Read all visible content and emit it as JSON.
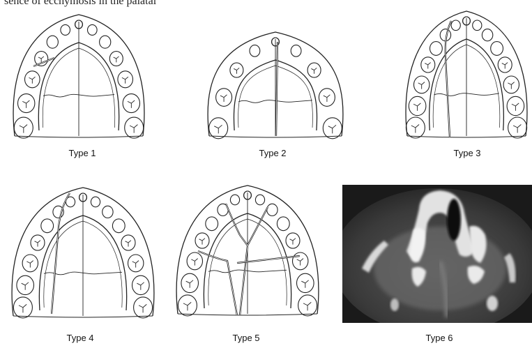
{
  "header": {
    "partial_text": "sence of ecchymosis in the palatal"
  },
  "figure": {
    "panels": [
      {
        "id": "type-1",
        "caption": "Type 1"
      },
      {
        "id": "type-2",
        "caption": "Type 2"
      },
      {
        "id": "type-3",
        "caption": "Type 3"
      },
      {
        "id": "type-4",
        "caption": "Type 4"
      },
      {
        "id": "type-5",
        "caption": "Type 5"
      },
      {
        "id": "type-6",
        "caption": "Type 6"
      }
    ]
  }
}
